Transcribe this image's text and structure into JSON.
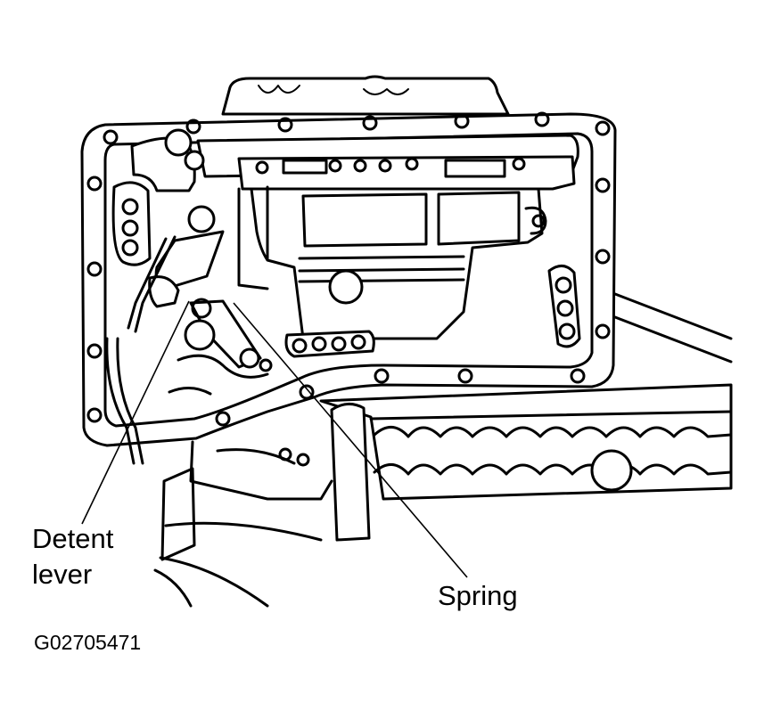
{
  "labels": {
    "detent_lever_line1": "Detent",
    "detent_lever_line2": "lever",
    "spring": "Spring"
  },
  "figure_id": "G02705471"
}
